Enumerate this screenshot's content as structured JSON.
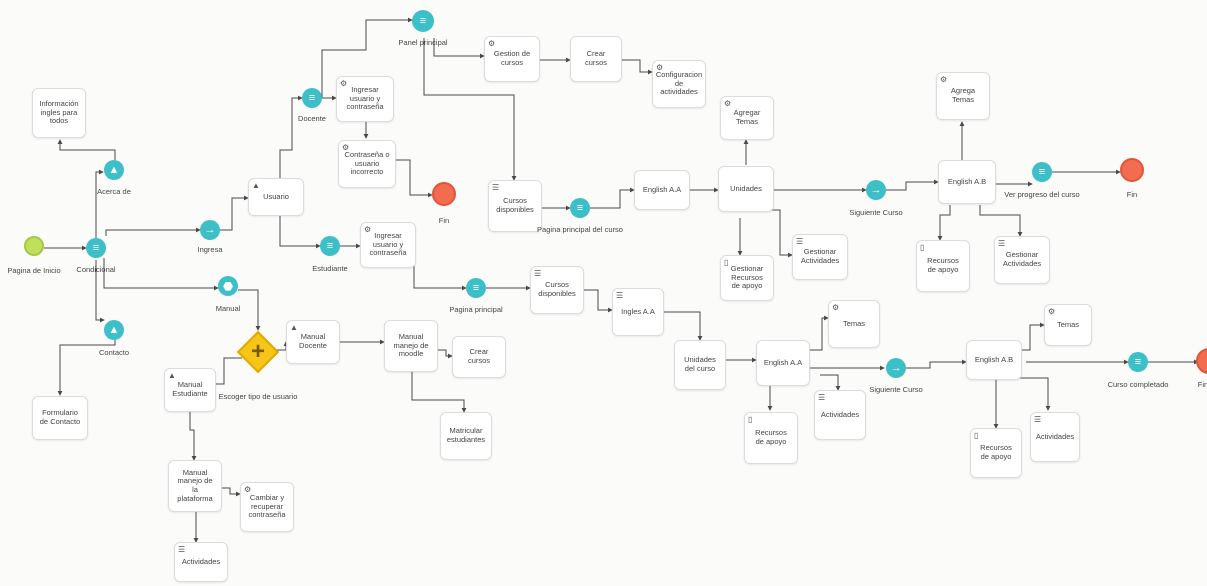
{
  "colors": {
    "start": "#bfe05a",
    "end": "#f26d4f",
    "teal": "#3dbfc8",
    "gateway": "#f5c518",
    "line": "#4a4a4a"
  },
  "nodes": {
    "informacion": {
      "text": "Información ingles para todos"
    },
    "conocimiento": {
      "text": "Acerca de"
    },
    "inicio": {
      "text": "Pagina de Inicio"
    },
    "condicional": {
      "text": "Condicional"
    },
    "ingresa": {
      "text": "Ingresa"
    },
    "usuario": {
      "text": "Usuario"
    },
    "manual_ev": {
      "text": "Manual"
    },
    "contacto": {
      "text": "Contacto"
    },
    "formulario": {
      "text": "Formulario de Contacto"
    },
    "panel_principal": {
      "text": "Panel principal"
    },
    "docente": {
      "text": "Docente"
    },
    "ingresar_docente": {
      "text": "Ingresar usuario y contraseña"
    },
    "contrasena_incorrecta": {
      "text": "Contraseña o usuario incorrecto"
    },
    "fin_1": {
      "text": "Fin"
    },
    "gestion_cursos": {
      "text": "Gestion de cursos"
    },
    "crear_cursos_1": {
      "text": "Crear cursos"
    },
    "configuracion": {
      "text": "Configuracion de actividades"
    },
    "estudiante": {
      "text": "Estudiante"
    },
    "ingresar_estudiante": {
      "text": "Ingresar usuario y contraseña"
    },
    "cursos_disponibles_1": {
      "text": "Cursos disponibles"
    },
    "pagina_principal_curso": {
      "text": "Pagina principal del curso"
    },
    "english_a_1": {
      "text": "English A.A"
    },
    "unidades": {
      "text": "Unidades"
    },
    "agregar_temas_1": {
      "text": "Agregar Temas"
    },
    "gestionar_recursos": {
      "text": "Gestionar Recursos de apoyo"
    },
    "gestionar_actividades_1": {
      "text": "Gestionar Actividades"
    },
    "siguiente_curso_1": {
      "text": "Siguiente Curso"
    },
    "english_a_b_1": {
      "text": "English A.B"
    },
    "agregar_temas_2": {
      "text": "Agrega Temas"
    },
    "recursos_apoyo_1": {
      "text": "Recursos de apoyo"
    },
    "gestionar_actividades_2": {
      "text": "Gestionar Actividades"
    },
    "ver_progreso": {
      "text": "Ver progreso del curso"
    },
    "fin_2": {
      "text": "Fin"
    },
    "escoger_tipo": {
      "text": "Escoger tipo de usuario"
    },
    "manual_docente": {
      "text": "Manual Docente"
    },
    "manual_moodle": {
      "text": "Manual manejo de moodle"
    },
    "crear_cursos_2": {
      "text": "Crear cursos"
    },
    "matricular": {
      "text": "Matricular estudiantes"
    },
    "manual_estudiante": {
      "text": "Manual Estudiante"
    },
    "manual_plataforma": {
      "text": "Manual manejo de la plataforma"
    },
    "cambiar_contrasena": {
      "text": "Cambiar y recuperar contraseña"
    },
    "actividades_1": {
      "text": "Actividades"
    },
    "pagina_principal": {
      "text": "Pagina principal"
    },
    "cursos_disponibles_2": {
      "text": "Cursos disponibles"
    },
    "ingles_a_a": {
      "text": "Ingles A.A"
    },
    "unidades_curso": {
      "text": "Unidades del curso"
    },
    "english_a_2": {
      "text": "English A.A"
    },
    "temas_1": {
      "text": "Temas"
    },
    "recursos_apoyo_2": {
      "text": "Recursos de apoyo"
    },
    "actividades_2": {
      "text": "Actividades"
    },
    "siguiente_curso_2": {
      "text": "Siguiente Curso"
    },
    "english_a_b_2": {
      "text": "English A.B"
    },
    "temas_2": {
      "text": "Temas"
    },
    "recursos_apoyo_3": {
      "text": "Recursos de apoyo"
    },
    "actividades_3": {
      "text": "Actividades"
    },
    "curso_completado": {
      "text": "Curso completado"
    },
    "fin_3": {
      "text": "Fin"
    }
  }
}
